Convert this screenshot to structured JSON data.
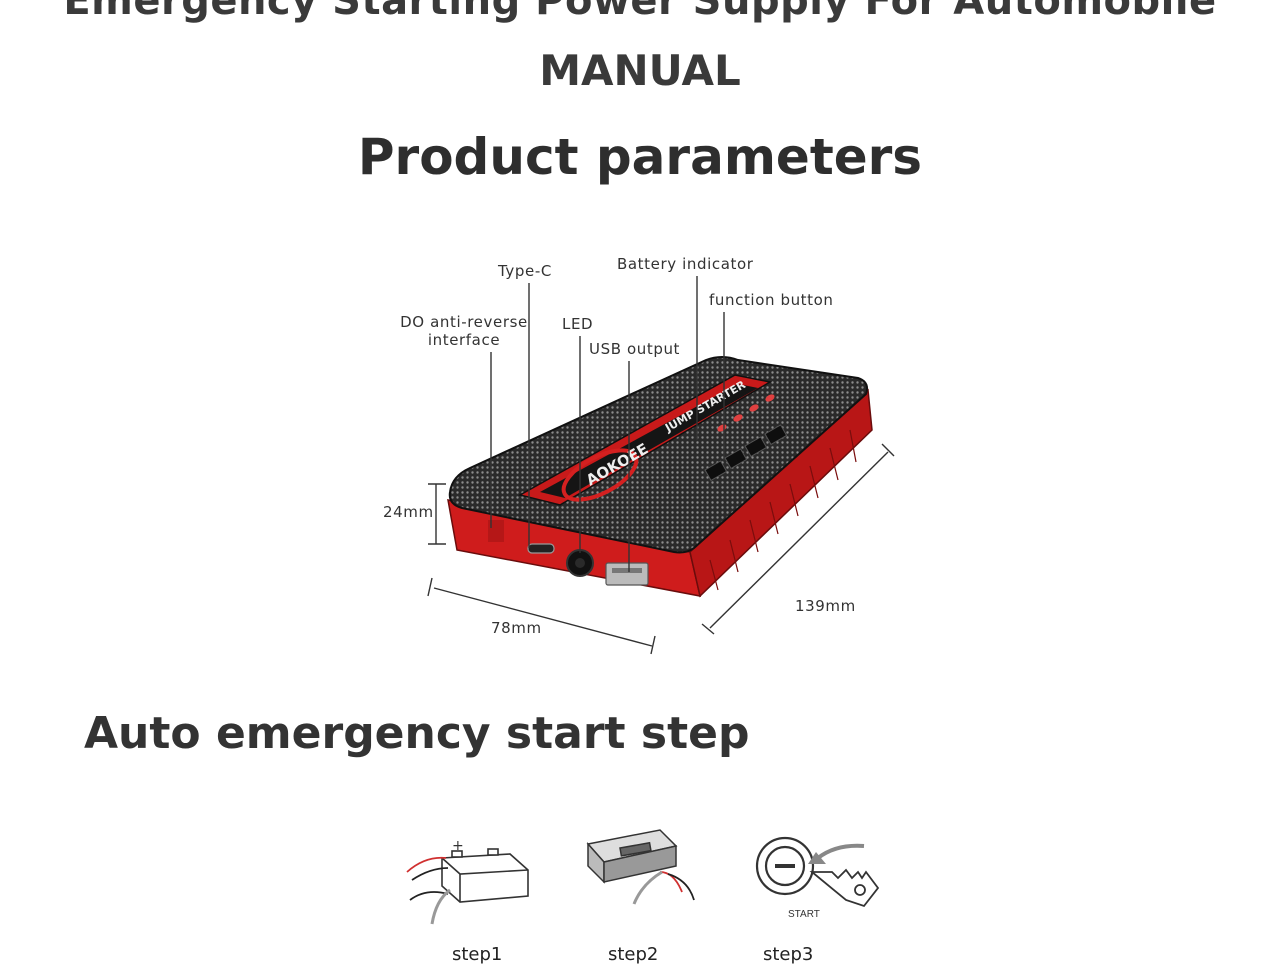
{
  "document": {
    "title": "Emergency Starting Power Supply For Automobile",
    "subtitle": "MANUAL"
  },
  "parameters": {
    "heading": "Product parameters",
    "callouts": {
      "type_c": "Type-C",
      "battery_indicator": "Battery indicator",
      "function_button": "function button",
      "do_anti_reverse_1": "DO anti-reverse",
      "do_anti_reverse_2": "interface",
      "led": "LED",
      "usb_output": "USB output"
    },
    "dimensions": {
      "height": "24mm",
      "width": "78mm",
      "length": "139mm"
    },
    "device_text": {
      "brand": "AOKOEE",
      "model": "JUMP STARTER"
    }
  },
  "steps": {
    "heading": "Auto emergency start step",
    "items": [
      {
        "label": "step1"
      },
      {
        "label": "step2"
      },
      {
        "label": "step3",
        "key_label": "START"
      }
    ]
  },
  "colors": {
    "device_red": "#d41c1c",
    "device_black": "#1c1c1c",
    "text": "#333333"
  }
}
